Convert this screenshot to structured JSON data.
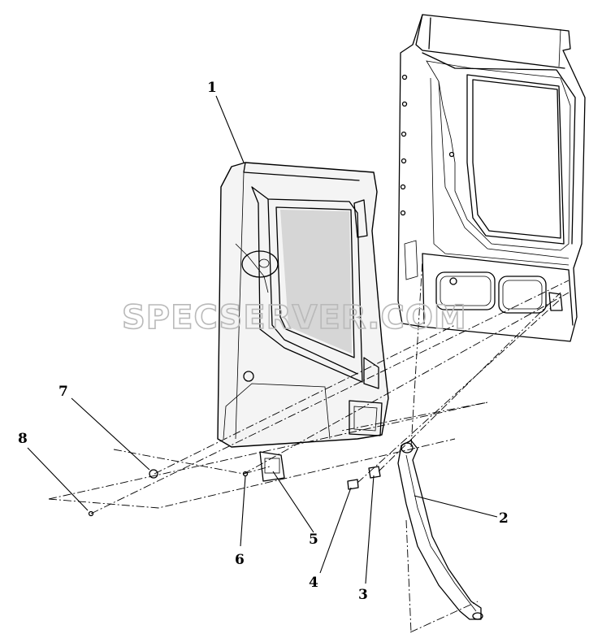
{
  "watermark": "SPECSERVER.COM",
  "callouts": [
    {
      "id": "callout-1",
      "label": "1"
    },
    {
      "id": "callout-2",
      "label": "2"
    },
    {
      "id": "callout-3",
      "label": "3"
    },
    {
      "id": "callout-4",
      "label": "4"
    },
    {
      "id": "callout-5",
      "label": "5"
    },
    {
      "id": "callout-6",
      "label": "6"
    },
    {
      "id": "callout-7",
      "label": "7"
    },
    {
      "id": "callout-8",
      "label": "8"
    }
  ]
}
